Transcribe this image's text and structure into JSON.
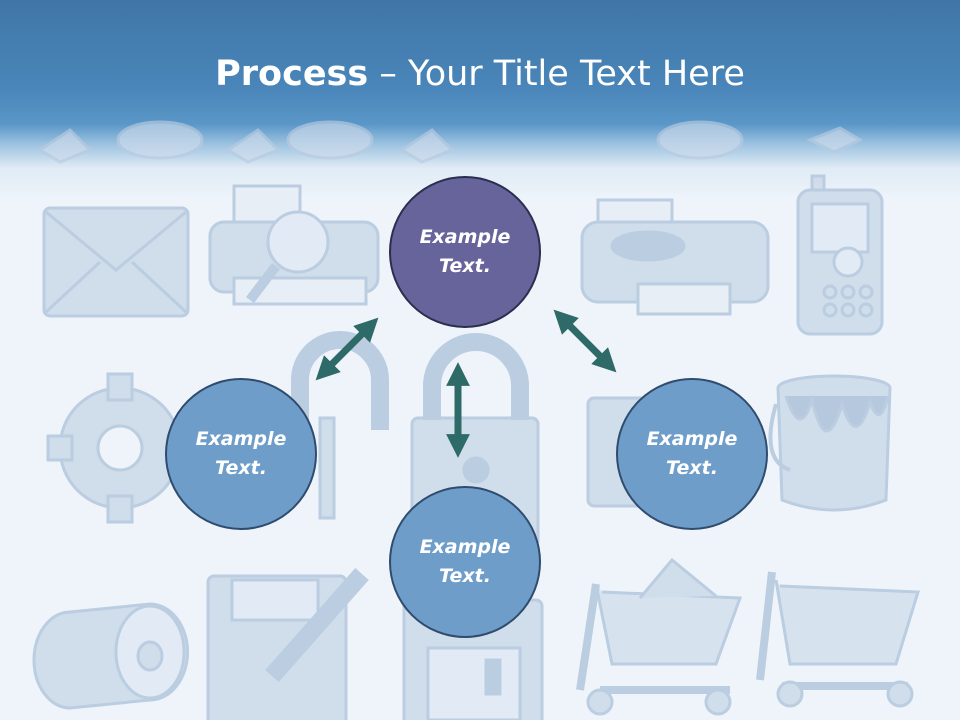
{
  "slide": {
    "title_bold": "Process",
    "title_rest": " – Your Title Text Here"
  },
  "nodes": [
    {
      "id": "top",
      "line1": "Example",
      "line2": "Text."
    },
    {
      "id": "left",
      "line1": "Example",
      "line2": "Text."
    },
    {
      "id": "right",
      "line1": "Example",
      "line2": "Text."
    },
    {
      "id": "bottom",
      "line1": "Example",
      "line2": "Text."
    }
  ],
  "colors": {
    "header": "#4a86ba",
    "top_node": "#67639b",
    "node": "#6f9dc9",
    "arrow": "#2e6a68"
  },
  "background_icons": [
    "envelope-icon",
    "printer-icon",
    "fax-icon",
    "mobile-phone-icon",
    "gear-icon",
    "padlock-icon",
    "paint-bucket-icon",
    "roll-icon",
    "floppy-disk-icon",
    "shopping-cart-icon"
  ]
}
